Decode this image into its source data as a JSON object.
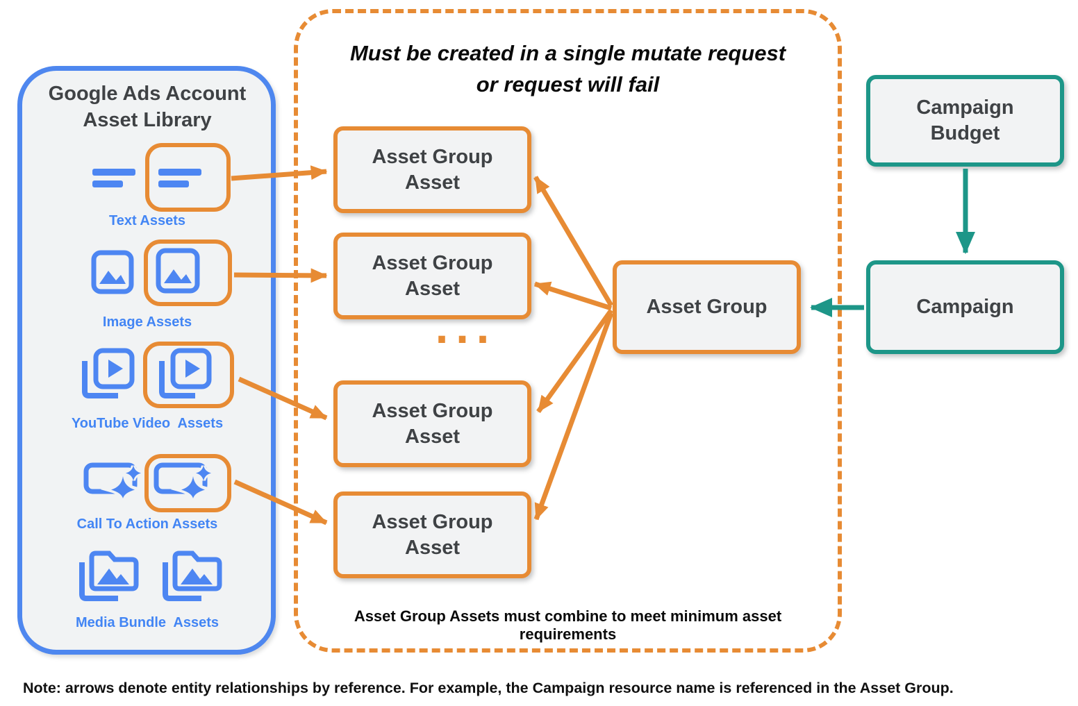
{
  "library": {
    "title_line1": "Google Ads Account",
    "title_line2": "Asset Library",
    "items": [
      {
        "label": "Text Assets",
        "icon": "text-asset-icon"
      },
      {
        "label": "Image Assets",
        "icon": "image-asset-icon"
      },
      {
        "label": "YouTube Video  Assets",
        "icon": "youtube-video-asset-icon"
      },
      {
        "label": "Call To Action Assets",
        "icon": "call-to-action-asset-icon"
      },
      {
        "label": "Media Bundle  Assets",
        "icon": "media-bundle-asset-icon"
      }
    ]
  },
  "mutate_box": {
    "title_line1": "Must be created in a single mutate request",
    "title_line2": "or request will fail",
    "ellipsis": "...",
    "boxes": [
      {
        "line1": "Asset Group",
        "line2": "Asset"
      },
      {
        "line1": "Asset Group",
        "line2": "Asset"
      },
      {
        "line1": "Asset Group",
        "line2": "Asset"
      },
      {
        "line1": "Asset Group",
        "line2": "Asset"
      }
    ],
    "footnote": "Asset Group Assets must combine to meet minimum asset requirements"
  },
  "asset_group": {
    "label": "Asset Group"
  },
  "campaign_budget": {
    "line1": "Campaign",
    "line2": "Budget"
  },
  "campaign": {
    "label": "Campaign"
  },
  "note": "Note: arrows denote entity relationships by reference. For example, the Campaign resource name is referenced in the Asset Group.",
  "colors": {
    "orange": "#E78B34",
    "blue_icon": "#4D86F2",
    "blue_label": "#4285F4",
    "teal": "#1D9688",
    "box_fill": "#F2F3F4",
    "panel_fill": "#F1F3F4",
    "text_dark": "#3F4245"
  }
}
